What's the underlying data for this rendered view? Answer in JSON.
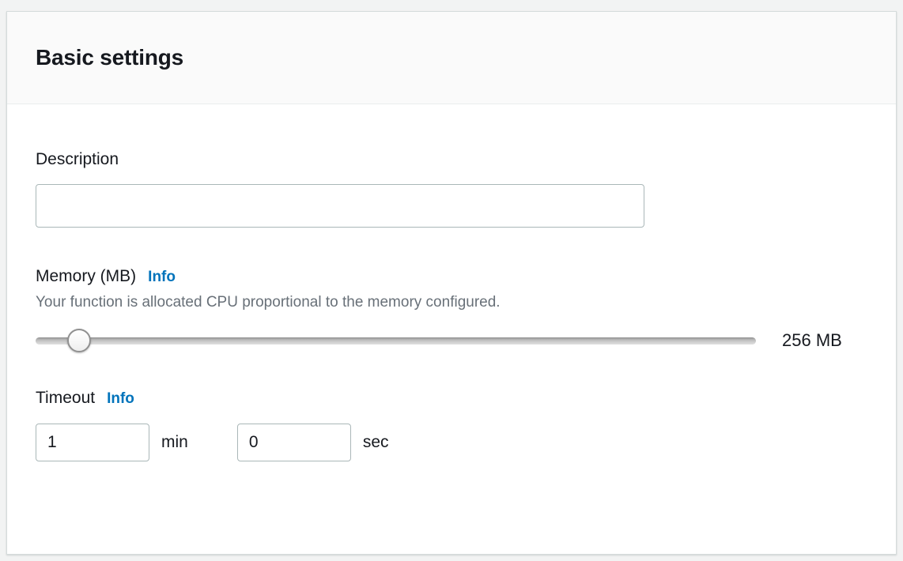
{
  "panel": {
    "title": "Basic settings"
  },
  "description": {
    "label": "Description",
    "value": "",
    "placeholder": ""
  },
  "memory": {
    "label": "Memory (MB)",
    "info_label": "Info",
    "help_text": "Your function is allocated CPU proportional to the memory configured.",
    "value_display": "256 MB",
    "slider_percent": 6
  },
  "timeout": {
    "label": "Timeout",
    "info_label": "Info",
    "minutes_value": "1",
    "minutes_unit": "min",
    "seconds_value": "0",
    "seconds_unit": "sec"
  },
  "colors": {
    "accent_link": "#0073bb",
    "heading_text": "#16191f",
    "help_text": "#687078",
    "input_border": "#aab7b8",
    "header_bg": "#fafafa",
    "page_bg": "#f2f3f3"
  }
}
